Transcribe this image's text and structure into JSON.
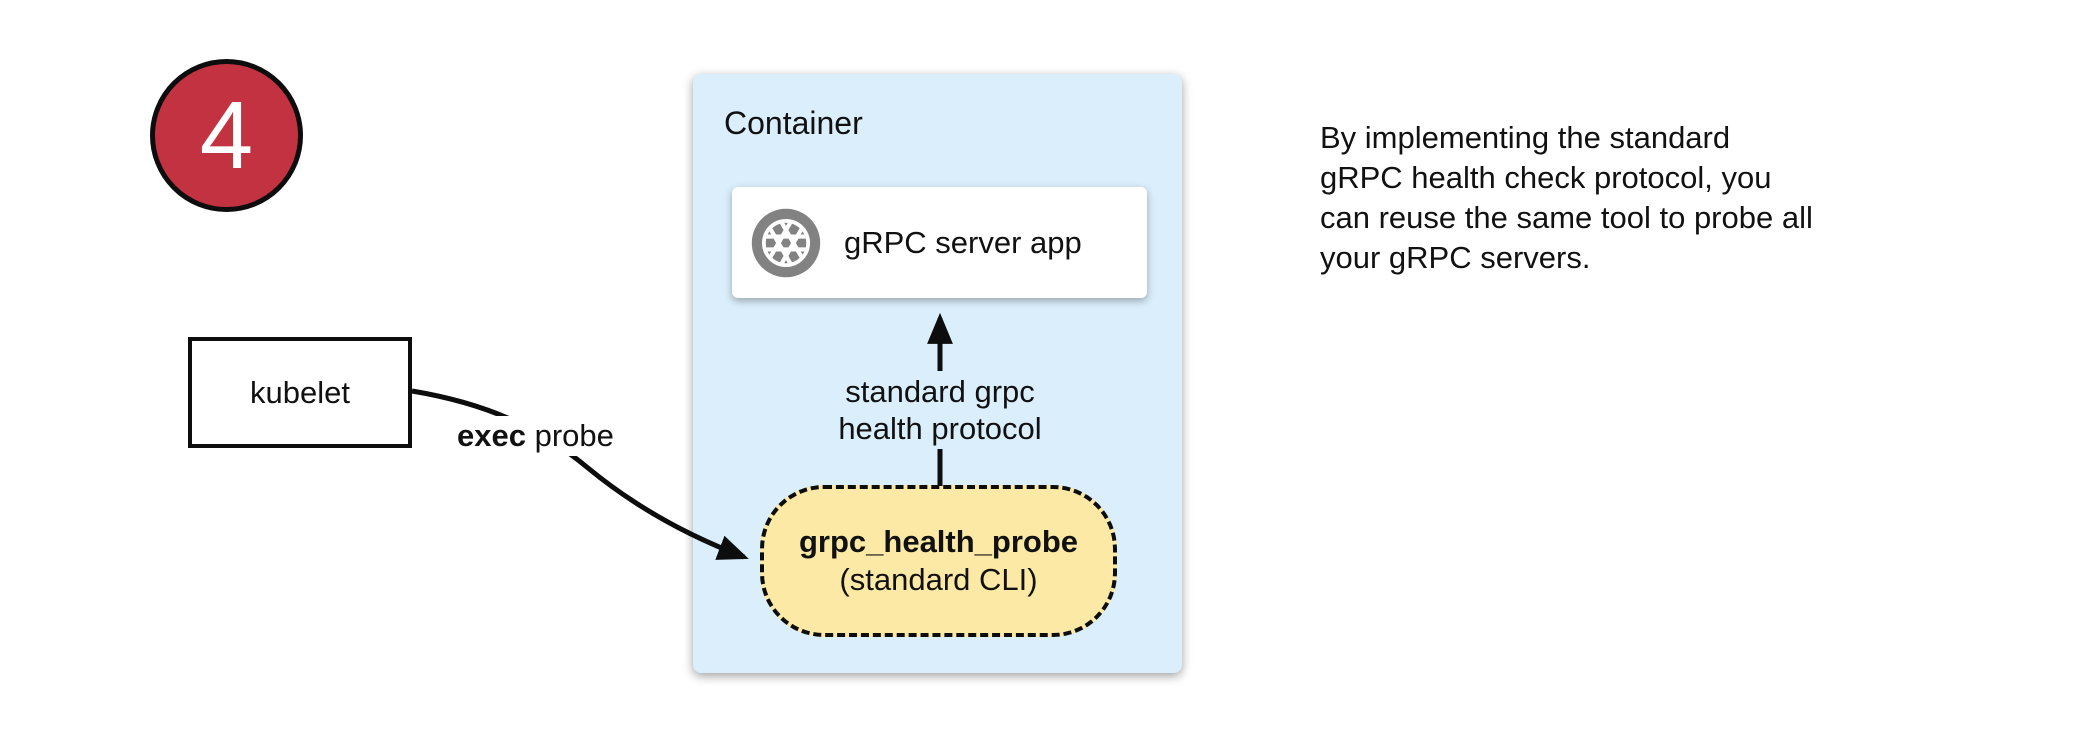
{
  "colors": {
    "badge_red": "#c33240",
    "container_blue": "#daeefb",
    "pill_yellow": "#fce9a6",
    "icon_gray": "#828282",
    "stroke_black": "#0d0d0d"
  },
  "badge": {
    "number": "4"
  },
  "kubelet": {
    "label": "kubelet"
  },
  "exec_probe": {
    "bold": "exec",
    "rest": " probe"
  },
  "container": {
    "title": "Container",
    "server_app": {
      "label": "gRPC server app",
      "icon": "aperture-icon"
    },
    "protocol": {
      "line1": "standard grpc",
      "line2": "health protocol"
    },
    "probe": {
      "name": "grpc_health_probe",
      "subtitle": "(standard CLI)"
    }
  },
  "caption": {
    "lines": [
      "By implementing the standard",
      "gRPC health check protocol, you",
      "can reuse the same tool to probe all",
      "your gRPC servers."
    ]
  }
}
